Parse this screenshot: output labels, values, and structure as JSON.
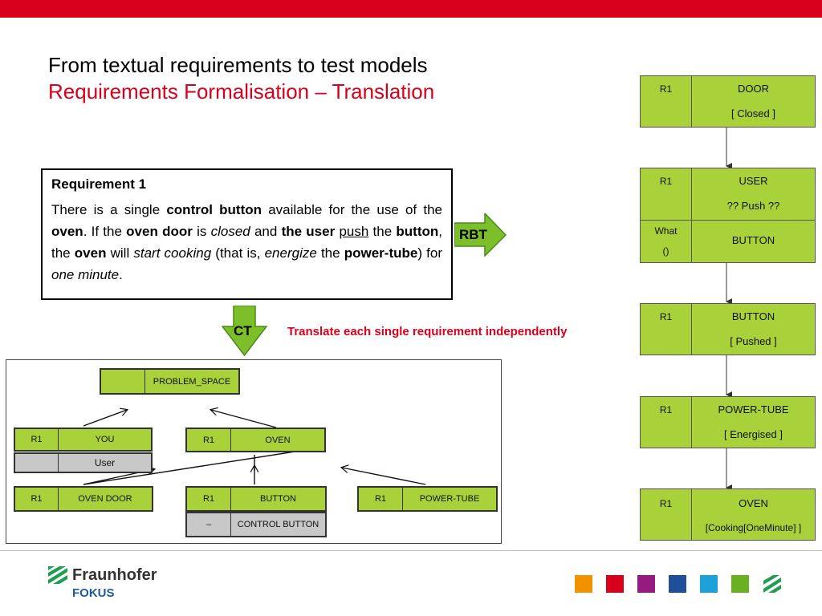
{
  "colors": {
    "top_bar": "#d9001b",
    "subtitle": "#d9001b",
    "node_green": "#a9d13a",
    "node_grey": "#c8c8c8",
    "arrow_green": "#7cbf2a",
    "brand_blue": "#1f5aa0"
  },
  "slide": {
    "title": "From textual requirements to test models",
    "subtitle": "Requirements Formalisation – Translation"
  },
  "requirement": {
    "heading": "Requirement 1",
    "t1": "There is a single ",
    "b1": "control button",
    "t2": " available for the use of the ",
    "b2": "oven",
    "t3": ". If the ",
    "b3": "oven door",
    "t4": " is ",
    "i1": "closed",
    "t5": " and ",
    "b4": "the user",
    "u1": "push",
    "t6": " the ",
    "b5": "button",
    "t7": ", the ",
    "b6": "oven",
    "t8": " will ",
    "i2": "start cooking",
    "t9": " (that is, ",
    "i3": "energize",
    "t10": " the ",
    "b7": "power-tube",
    "t11": ") for ",
    "i4": "one minute",
    "t12": "."
  },
  "arrows": {
    "rbt": "RBT",
    "ct": "CT",
    "note": "Translate each single requirement independently"
  },
  "chain": [
    {
      "tag": "R1",
      "label": "DOOR",
      "state": "[   Closed    ]"
    },
    {
      "tag": "R1",
      "label": "USER",
      "state": "??   Push   ??",
      "tag2a": "What",
      "tag2b": "()",
      "label2": "BUTTON"
    },
    {
      "tag": "R1",
      "label": "BUTTON",
      "state": "[   Pushed    ]"
    },
    {
      "tag": "R1",
      "label": "POWER-TUBE",
      "state": "[   Energised    ]"
    },
    {
      "tag": "R1",
      "label": "OVEN",
      "state": "[Cooking[OneMinute] ]"
    }
  ],
  "tree": {
    "root": "PROBLEM_SPACE",
    "you": {
      "tag": "R1",
      "label": "YOU",
      "sub": "User"
    },
    "oven": {
      "tag": "R1",
      "label": "OVEN"
    },
    "oven_door": {
      "tag": "R1",
      "label": "OVEN DOOR"
    },
    "button": {
      "tag": "R1",
      "label": "BUTTON",
      "sub_tag": "–",
      "sub": "CONTROL BUTTON"
    },
    "power_tube": {
      "tag": "R1",
      "label": "POWER-TUBE"
    }
  },
  "brand": {
    "name": "Fraunhofer",
    "sub": "FOKUS",
    "squares": [
      "#f39200",
      "#d9001b",
      "#951b81",
      "#1f4e9a",
      "#1ea1d9",
      "#6ab023"
    ]
  }
}
